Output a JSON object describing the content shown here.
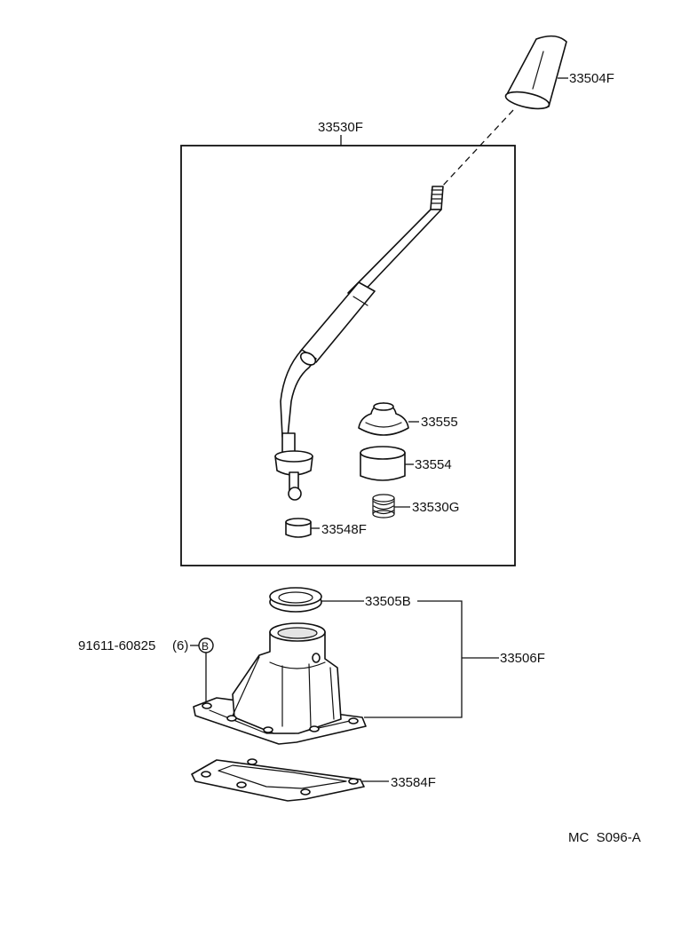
{
  "diagram": {
    "parts": {
      "shift_knob": "33504F",
      "shift_lever_assembly": "33530F",
      "boot": "33555",
      "bushing": "33554",
      "spring": "33530G",
      "seat": "33548F",
      "retainer_seal": "33505B",
      "lever_retainer_housing": "33506F",
      "gasket": "33584F"
    },
    "bolt": {
      "part_number": "91611-60825",
      "quantity": "(6)",
      "symbol": "B"
    },
    "reference_code": "MC  S096-A"
  }
}
